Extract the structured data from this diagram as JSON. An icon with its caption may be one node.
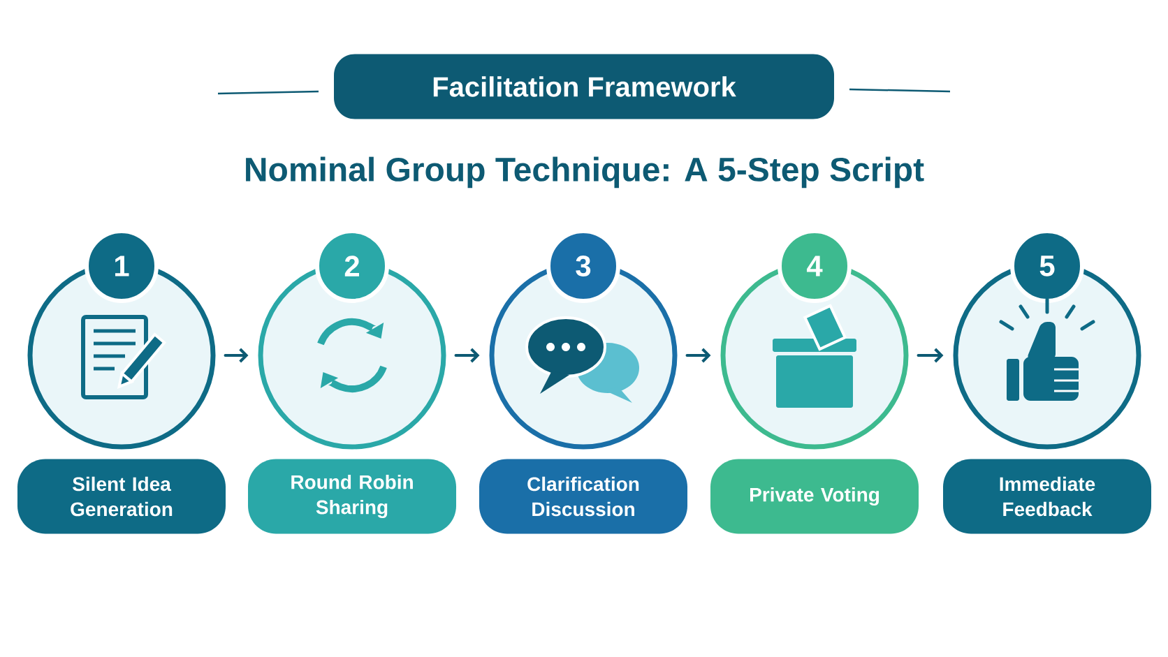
{
  "diagram": {
    "title": "Nominal Group Technique: A 5-Step Script",
    "nodes": [
      {
        "text": [
          "Facilitation Framework"
        ]
      },
      {
        "text": [
          "1"
        ]
      },
      {
        "text": [
          "Silent Idea Generation"
        ]
      },
      {
        "text": [
          "2"
        ]
      },
      {
        "text": [
          "Round Robin Sharing"
        ]
      },
      {
        "text": [
          "3"
        ]
      },
      {
        "text": [
          "Clarification Discussion"
        ]
      },
      {
        "text": [
          "4"
        ]
      },
      {
        "text": [
          "Private Voting"
        ]
      },
      {
        "text": [
          "5"
        ]
      },
      {
        "text": [
          "Immediate Feedback"
        ]
      }
    ],
    "edges": [
      {
        "from": 1,
        "to": 3,
        "arrow": "to"
      },
      {
        "from": 3,
        "to": 5,
        "arrow": "to"
      },
      {
        "from": 5,
        "to": 7,
        "arrow": "to"
      },
      {
        "from": 7,
        "to": 9,
        "arrow": "to"
      }
    ]
  }
}
